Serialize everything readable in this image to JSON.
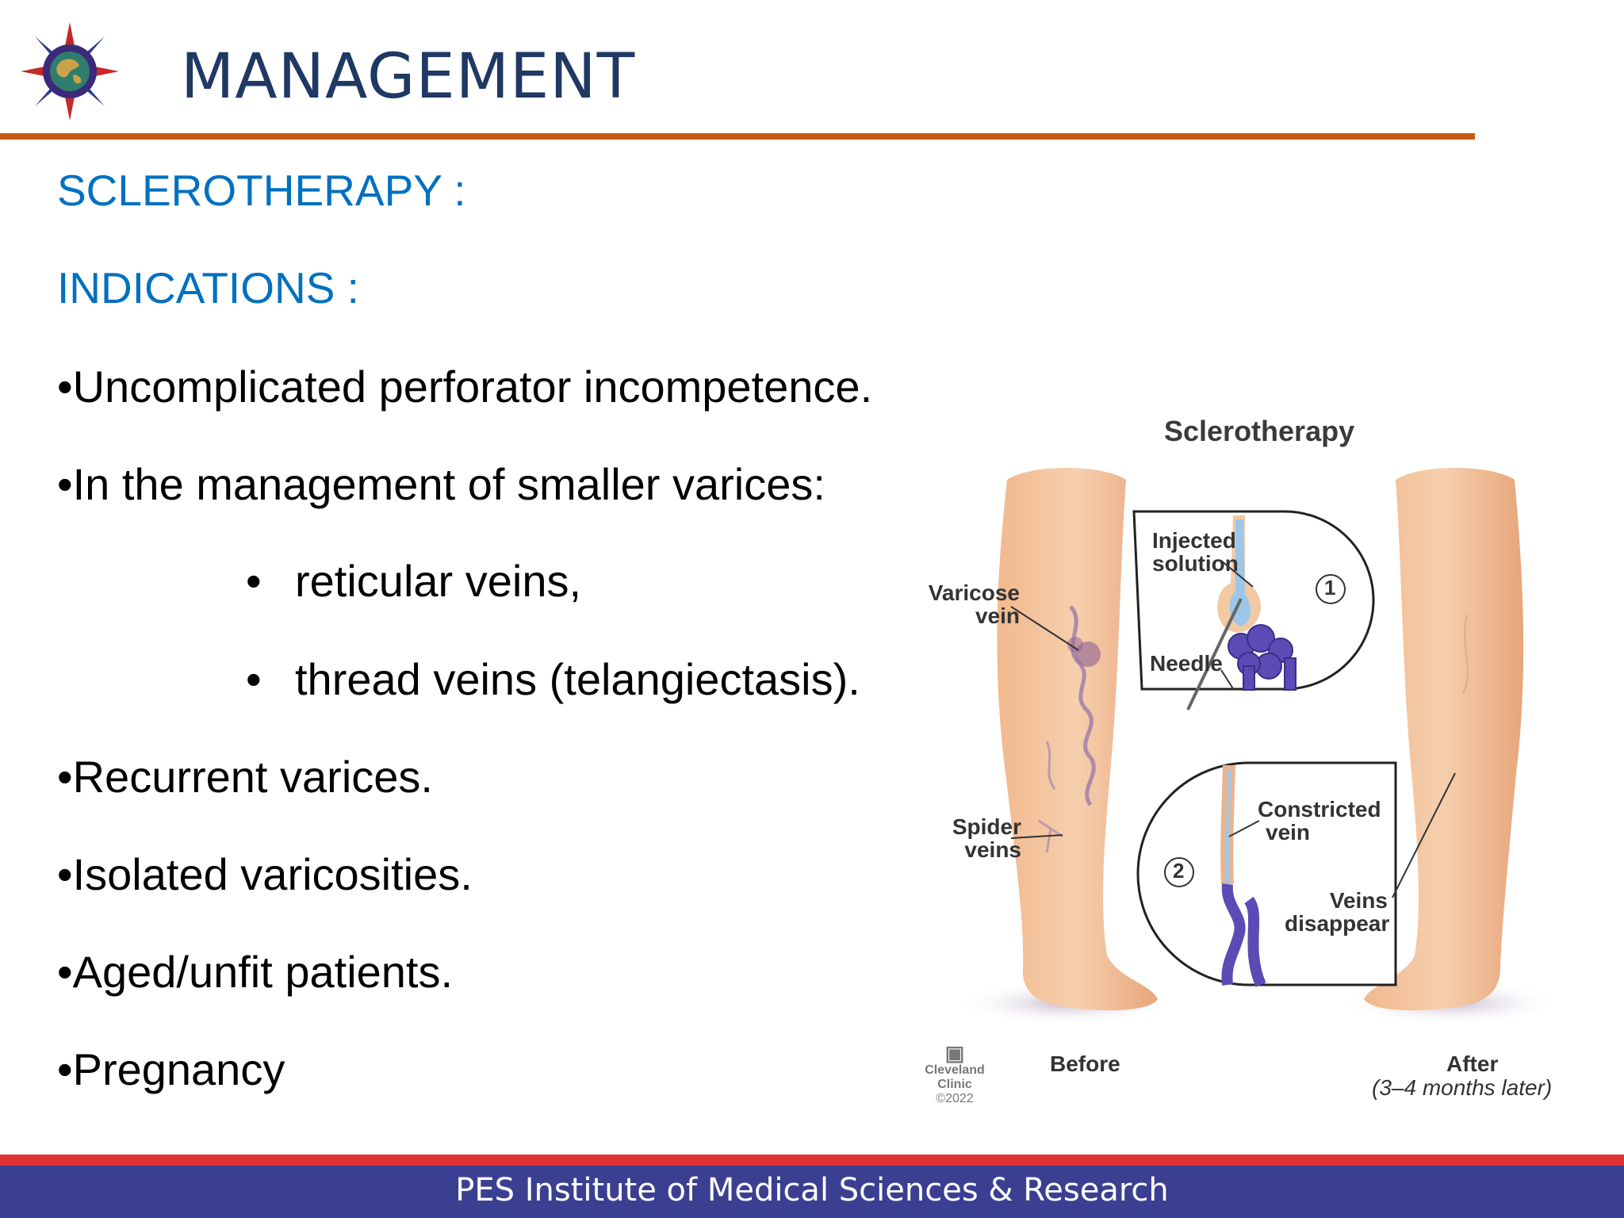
{
  "header": {
    "title": "MANAGEMENT",
    "logo_icon": "compass-globe-logo",
    "accent_color": "#c55a11",
    "title_color": "#1f3864"
  },
  "content": {
    "section_heading": "SCLEROTHERAPY :",
    "subheading": "INDICATIONS :",
    "items": [
      "•Uncomplicated perforator incompetence.",
      "•In the management of smaller varices:",
      "•Recurrent varices.",
      "•Isolated varicosities.",
      "•Aged/unfit patients.",
      "•Pregnancy"
    ],
    "sub_items": [
      "reticular veins,",
      "thread veins (telangiectasis)."
    ],
    "sub_bullet": "•",
    "heading_color": "#0070c0"
  },
  "figure": {
    "title": "Sclerotherapy",
    "labels": {
      "varicose_vein_1": "Varicose",
      "varicose_vein_2": "vein",
      "injected_solution_1": "Injected",
      "injected_solution_2": "solution",
      "needle": "Needle",
      "step1": "1",
      "step2": "2",
      "spider_veins_1": "Spider",
      "spider_veins_2": "veins",
      "constricted_vein_1": "Constricted",
      "constricted_vein_2": "vein",
      "veins_disappear_1": "Veins",
      "veins_disappear_2": "disappear",
      "before": "Before",
      "after": "After",
      "after_note": "(3–4 months later)"
    },
    "credit": {
      "line1": "Cleveland",
      "line2": "Clinic",
      "line3": "©2022"
    }
  },
  "footer": {
    "text": "PES Institute of Medical Sciences & Research",
    "band_color": "#3b3f91",
    "stripe_color": "#e03232"
  }
}
